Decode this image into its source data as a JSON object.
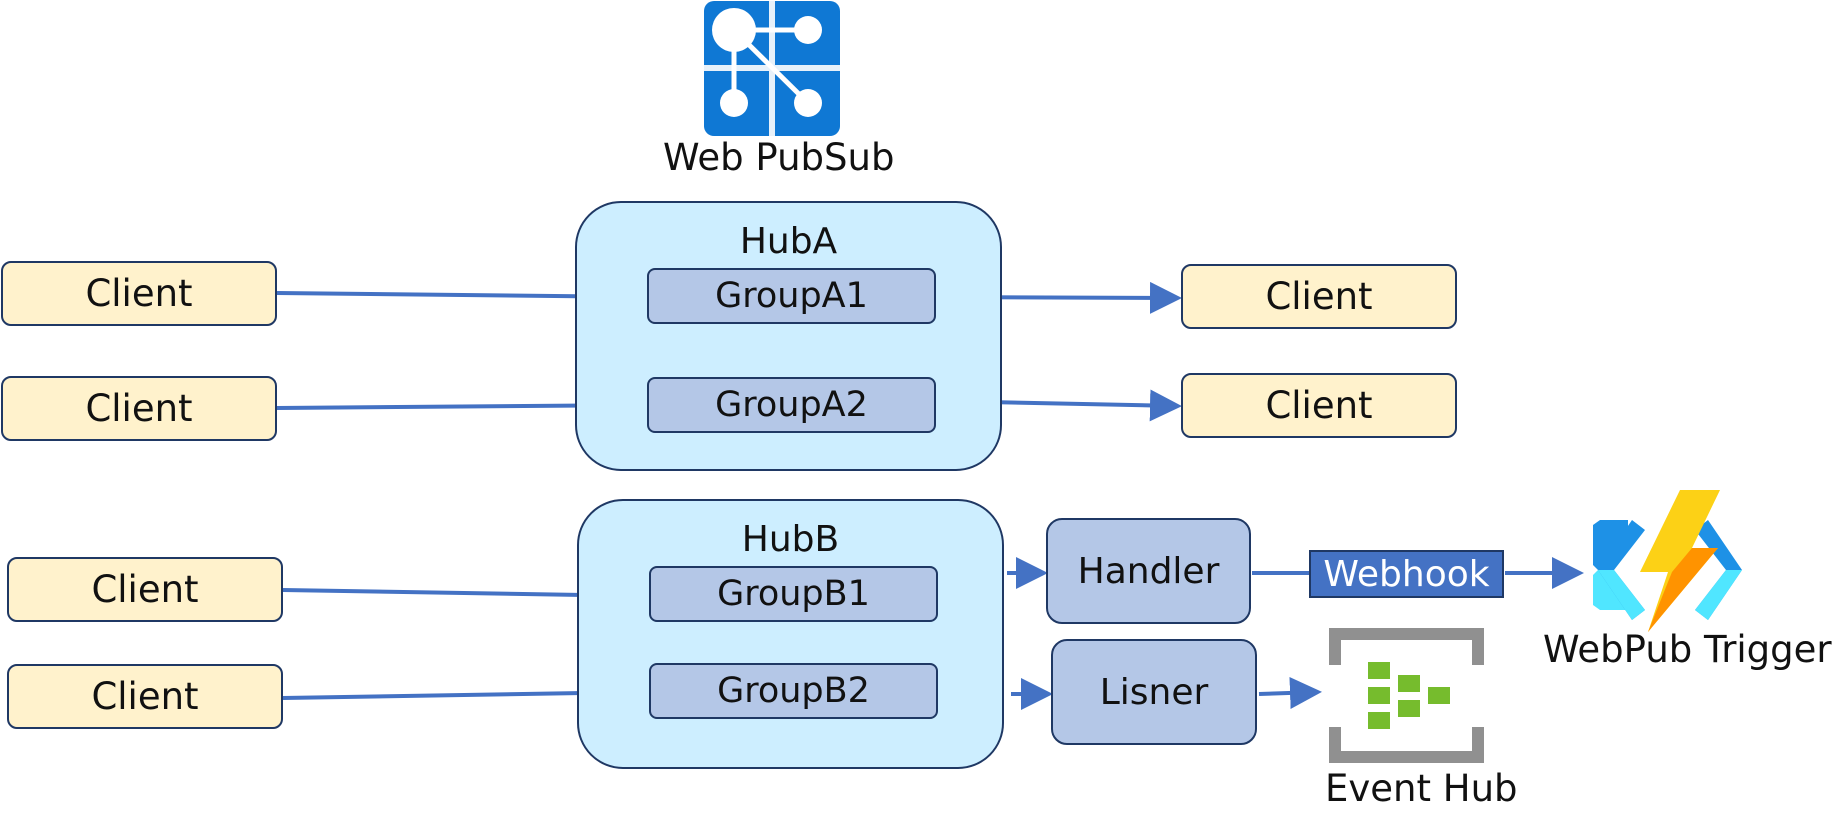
{
  "service": {
    "name": "Web PubSub",
    "icon": "web-pubsub-icon"
  },
  "hubs": [
    {
      "name": "HubA",
      "groups": [
        "GroupA1",
        "GroupA2"
      ]
    },
    {
      "name": "HubB",
      "groups": [
        "GroupB1",
        "GroupB2"
      ]
    }
  ],
  "clients_left": [
    "Client",
    "Client",
    "Client",
    "Client"
  ],
  "clients_right": [
    "Client",
    "Client"
  ],
  "handler": {
    "label": "Handler"
  },
  "webhook": {
    "label": "Webhook"
  },
  "listener": {
    "label": "Lisner"
  },
  "trigger": {
    "label": "WebPub Trigger",
    "icon": "azure-functions-icon"
  },
  "event_hub": {
    "label": "Event Hub",
    "icon": "event-hub-icon"
  },
  "colors": {
    "client_fill": "#fff2cc",
    "group_fill": "#b4c7e7",
    "hub_fill": "#cdeeff",
    "webhook_fill": "#4472c4",
    "border": "#1f3864",
    "arrow": "#4472c4"
  }
}
